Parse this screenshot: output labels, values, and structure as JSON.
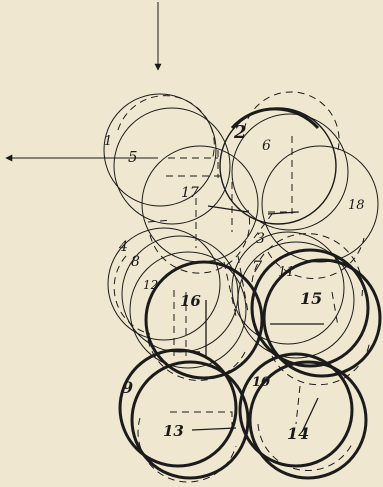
{
  "colors": {
    "paper": "#efe7cf",
    "ink": "#1b1b1b"
  },
  "labels": [
    "1",
    "2",
    "3",
    "4",
    "5",
    "6",
    "7",
    "8",
    "9",
    "10",
    "11",
    "12",
    "13",
    "14",
    "15",
    "16",
    "17",
    "18"
  ]
}
